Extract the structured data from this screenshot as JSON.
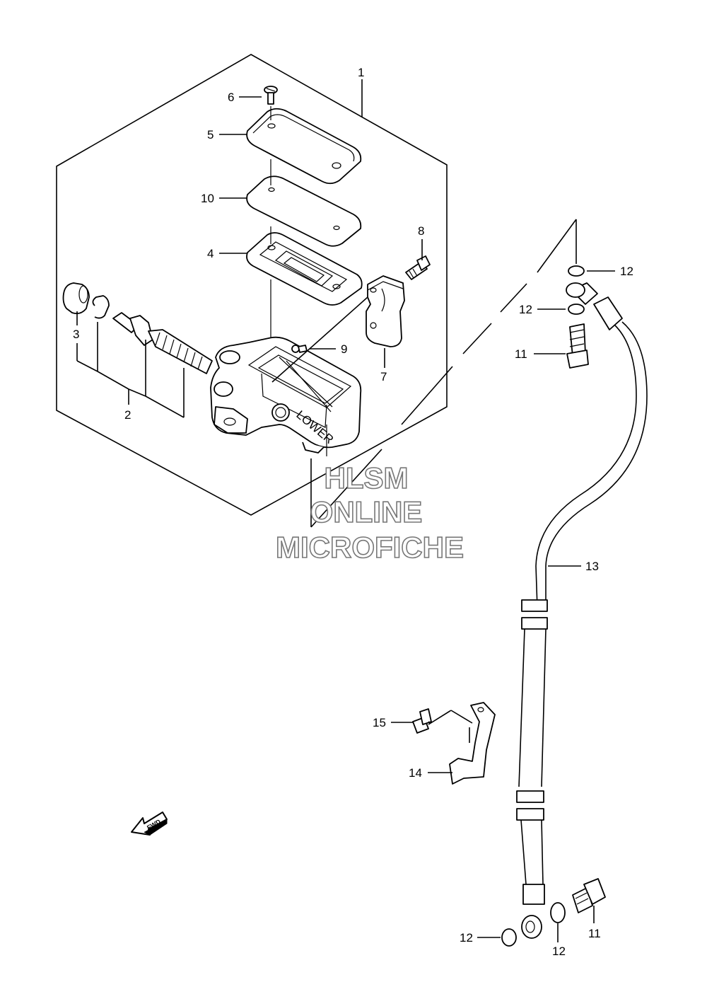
{
  "callouts": {
    "c1": "1",
    "c2": "2",
    "c3": "3",
    "c4": "4",
    "c5": "5",
    "c6": "6",
    "c7": "7",
    "c8": "8",
    "c9": "9",
    "c10": "10",
    "c11a": "11",
    "c11b": "11",
    "c12a": "12",
    "c12b": "12",
    "c12c": "12",
    "c12d": "12",
    "c13": "13",
    "c14": "14",
    "c15": "15"
  },
  "watermark": {
    "line1": "HLSM",
    "line2": "ONLINE",
    "line3": "MICROFICHE"
  },
  "fwd_arrow": {
    "text": "FWD"
  },
  "body_marking": "LOWER"
}
